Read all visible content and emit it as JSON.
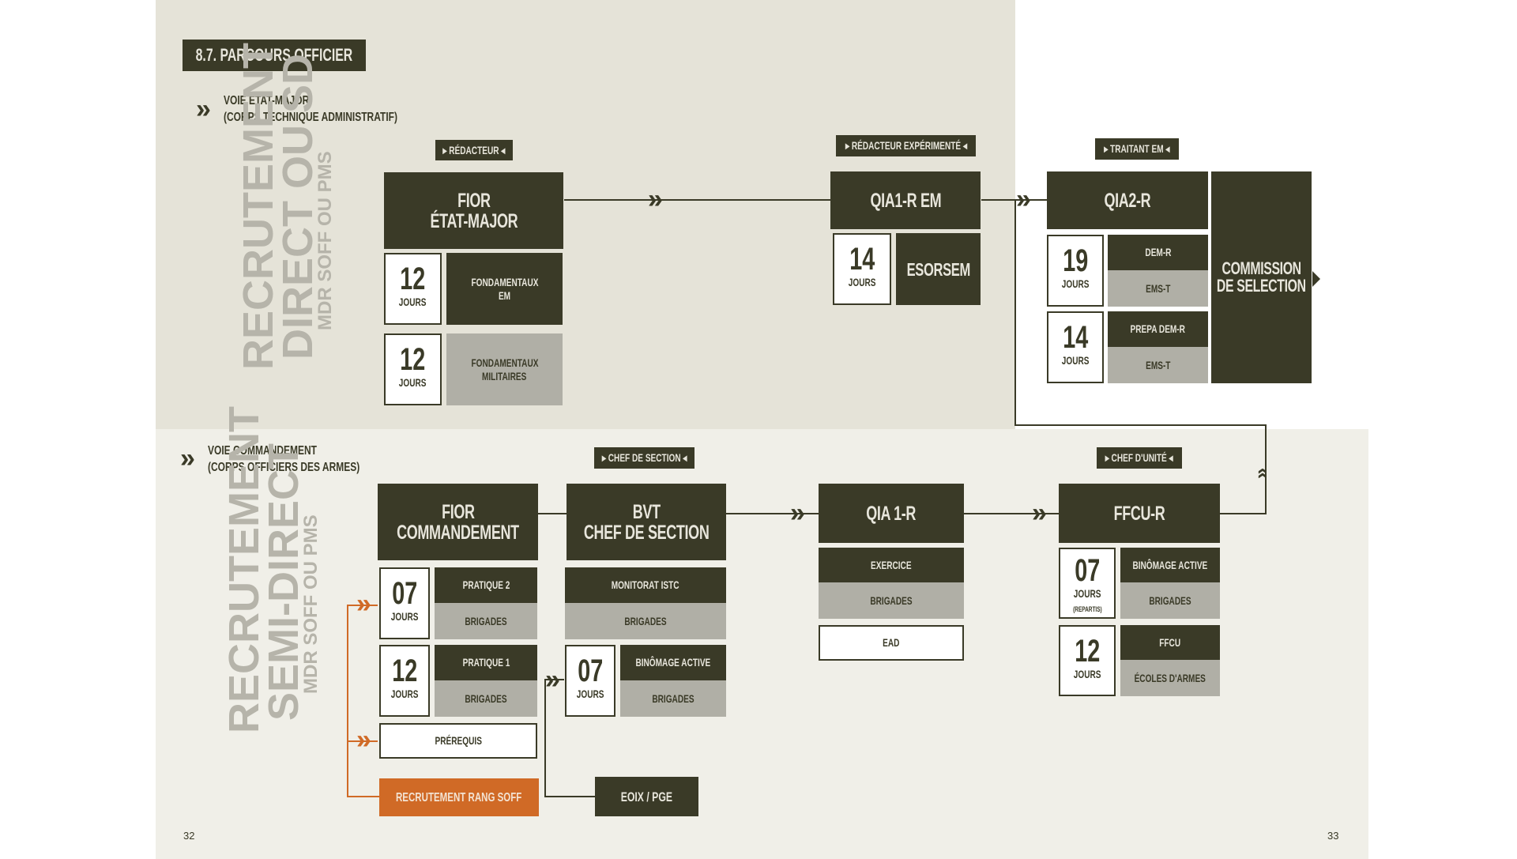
{
  "section_title": "8.7. PARCOURS OFFICIER",
  "top": {
    "voie_line1": "VOIE ÉTAT-MAJOR",
    "voie_line2": "(CORPS TECHNIQUE ADMINISTRATIF)",
    "recrutement_line1": "RECRUTEMENT",
    "recrutement_line2": "DIRECT OU SD",
    "recrutement_line3": "MDR SOFF OU PMS",
    "tag_redacteur": "▸ RÉDACTEUR ◂",
    "tag_redacteur_exp": "▸ RÉDACTEUR EXPÉRIMENTÉ ◂",
    "tag_traitant": "▸ TRAITANT EM ◂",
    "fior_em_line1": "FIOR",
    "fior_em_line2": "ÉTAT-MAJOR",
    "fond_em_days": "12",
    "fond_em_line1": "FONDAMENTAUX",
    "fond_em_line2": "EM",
    "fond_mil_days": "12",
    "fond_mil_line1": "FONDAMENTAUX",
    "fond_mil_line2": "MILITAIRES",
    "qia1r_em": "QIA1-R EM",
    "esorsem_days": "14",
    "esorsem": "ESORSEM",
    "qia2r": "QIA2-R",
    "dem_days": "19",
    "dem_r": "DEM-R",
    "ems_t_1": "EMS-T",
    "prepa_days": "14",
    "prepa_dem_r": "PREPA DEM-R",
    "ems_t_2": "EMS-T",
    "commission_line1": "COMMISSION",
    "commission_line2": "DE SELECTION"
  },
  "bottom": {
    "voie_line1": "VOIE COMMANDEMENT",
    "voie_line2": "(CORPS OFFICIERS DES ARMES)",
    "recrutement_line1": "RECRUTEMENT",
    "recrutement_line2": "SEMI-DIRECT",
    "recrutement_line3": "MDR SOFF OU PMS",
    "tag_chef_section": "▸ CHEF DE SECTION ◂",
    "tag_chef_unite": "▸ CHEF D'UNITÉ ◂",
    "fior_cmd_line1": "FIOR",
    "fior_cmd_line2": "COMMANDEMENT",
    "pratique2_days": "07",
    "pratique2": "PRATIQUE 2",
    "brigades_p2": "BRIGADES",
    "pratique1_days": "12",
    "pratique1": "PRATIQUE 1",
    "brigades_p1": "BRIGADES",
    "prerequis": "PRÉREQUIS",
    "recrutement_rang": "RECRUTEMENT RANG SOFF",
    "bvt_line1": "BVT",
    "bvt_line2": "CHEF DE SECTION",
    "monitorat": "MONITORAT ISTC",
    "brigades_mon": "BRIGADES",
    "binomage_days": "07",
    "binomage": "BINÔMAGE ACTIVE",
    "brigades_bin": "BRIGADES",
    "eoix": "EOIX / PGE",
    "qia1r": "QIA 1-R",
    "exercice": "EXERCICE",
    "brigades_ex": "BRIGADES",
    "ead": "EAD",
    "ffcur": "FFCU-R",
    "bin2_days": "07",
    "bin2_sub": "(REPARTIS)",
    "binomage2": "BINÔMAGE ACTIVE",
    "brigades_bin2": "BRIGADES",
    "ffcu_days": "12",
    "ffcu": "FFCU",
    "ecoles": "ÉCOLES D'ARMES"
  },
  "days_unit": "JOURS",
  "page_left": "32",
  "page_right": "33",
  "colors": {
    "dark": "#3a3a27",
    "grey": "#b0afa6",
    "orange": "#d06a26",
    "panel_top": "#e5e3d8",
    "panel_bottom": "#f0efe8"
  },
  "icons": [
    "double-chevron-right-icon",
    "double-chevron-up-icon",
    "triangle-right-icon"
  ]
}
